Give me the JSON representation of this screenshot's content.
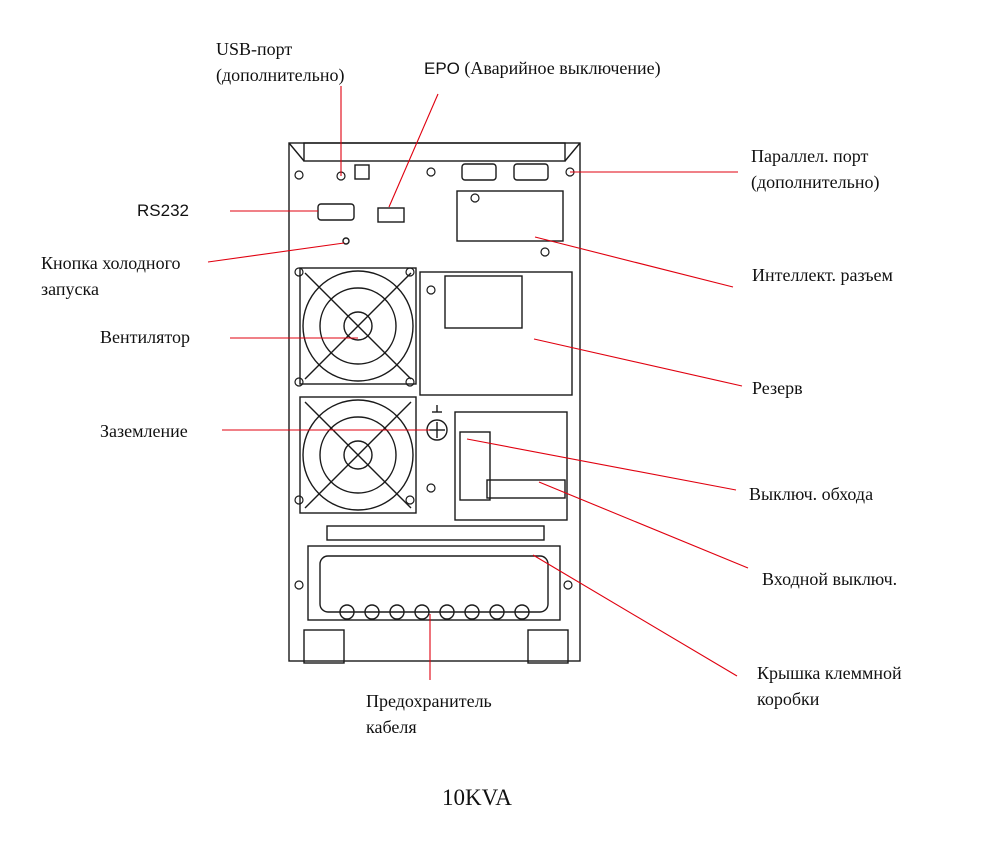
{
  "labels": {
    "usb_port": {
      "line1": "USB-порт",
      "line2": "(дополнительно)"
    },
    "epo": {
      "prefix": "EPO",
      "text": " (Аварийное выключение)"
    },
    "parallel_port": {
      "line1": "Параллел. порт",
      "line2": "(дополнительно)"
    },
    "rs232": "RS232",
    "cold_start": {
      "line1": "Кнопка холодного",
      "line2": "запуска"
    },
    "smart_slot": "Интеллект. разъем",
    "fan": "Вентилятор",
    "reserve": "Резерв",
    "ground": "Заземление",
    "bypass_switch": "Выключ. обхода",
    "input_switch": "Входной выключ.",
    "terminal_cover": {
      "line1": "Крышка клеммной",
      "line2": "коробки"
    },
    "cable_guard": {
      "line1": "Предохранитель",
      "line2": "кабеля"
    }
  },
  "caption": "10KVA",
  "colors": {
    "leader": "#e0000f",
    "outline": "#1a1a1a"
  }
}
